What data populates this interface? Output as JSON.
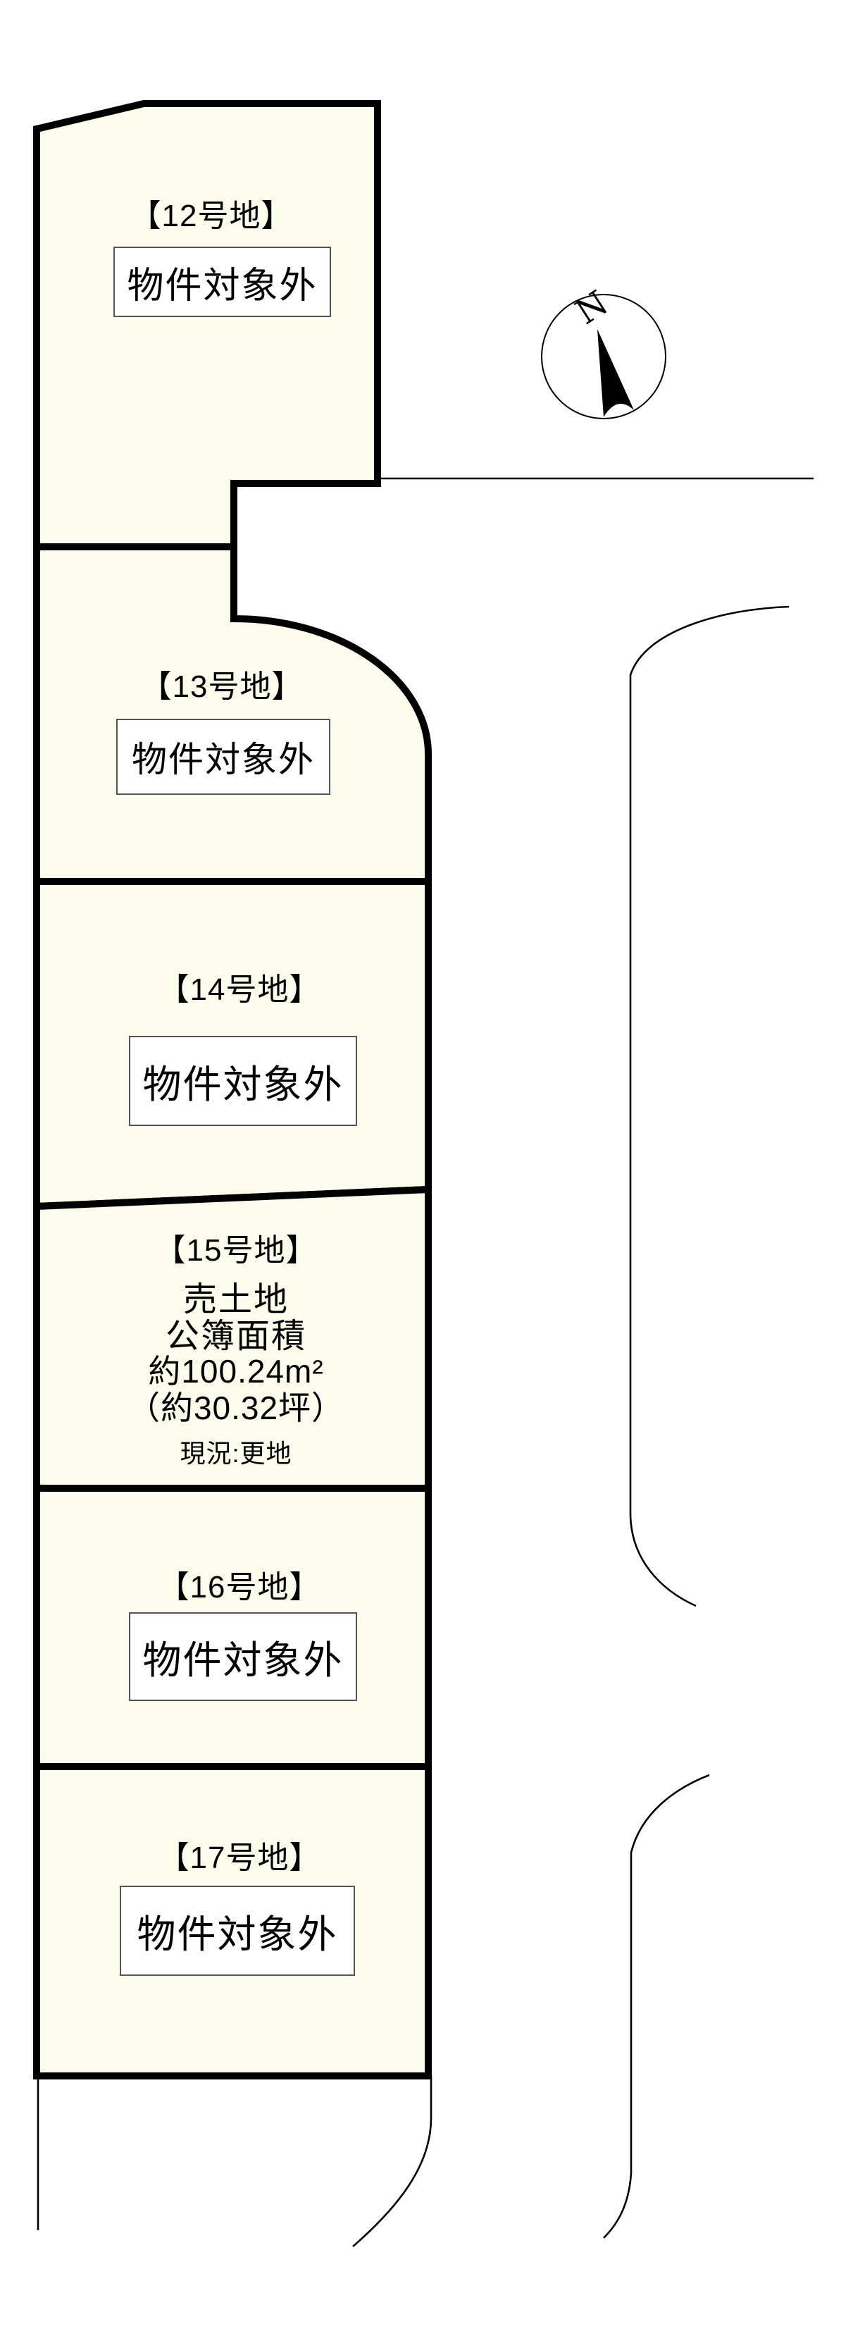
{
  "compass": {
    "north_label": "N"
  },
  "plots": {
    "p12": {
      "name": "【12号地】",
      "status": "物件対象外"
    },
    "p13": {
      "name": "【13号地】",
      "status": "物件対象外"
    },
    "p14": {
      "name": "【14号地】",
      "status": "物件対象外"
    },
    "p15": {
      "name": "【15号地】",
      "type": "売土地",
      "area_label": "公簿面積",
      "area_sqm": "約100.24m²",
      "area_tsubo": "（約30.32坪）",
      "condition": "現況:更地"
    },
    "p16": {
      "name": "【16号地】",
      "status": "物件対象外"
    },
    "p17": {
      "name": "【17号地】",
      "status": "物件対象外"
    }
  },
  "colors": {
    "parcel_fill": "#FCFCEC",
    "outline": "#000000",
    "status_box_fill": "#FFFFFF",
    "status_box_border": "#555555",
    "background": "#FFFFFF"
  }
}
